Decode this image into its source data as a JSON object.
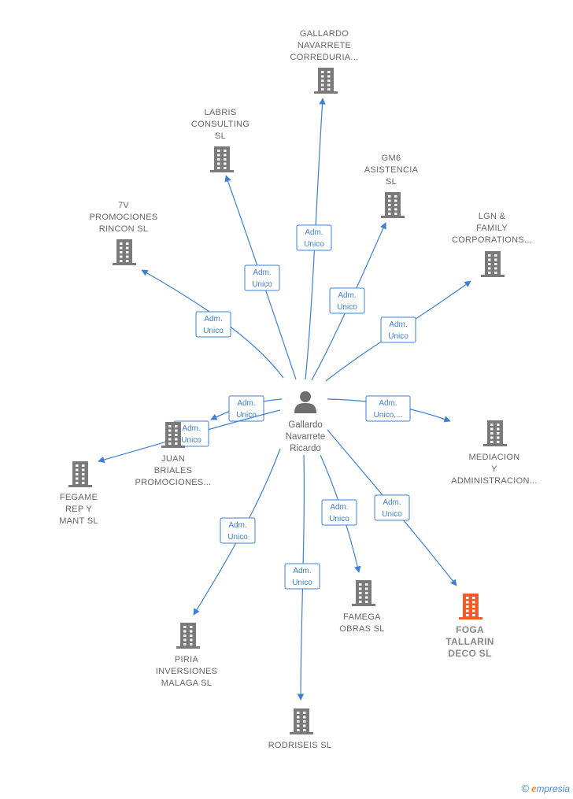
{
  "center": {
    "lines": [
      "Gallardo",
      "Navarrete",
      "Ricardo"
    ],
    "icon": "person-icon"
  },
  "colors": {
    "edge": "#3d7fd6",
    "building": "#7a7a7a",
    "highlight": "#f15a29",
    "text": "#666666"
  },
  "nodes": [
    {
      "id": "gallardo-navarrete-correduria",
      "lines": [
        "GALLARDO",
        "NAVARRETE",
        "CORREDURIA..."
      ],
      "highlight": false
    },
    {
      "id": "labris-consulting",
      "lines": [
        "LABRIS",
        "CONSULTING",
        "SL"
      ],
      "highlight": false
    },
    {
      "id": "gm6-asistencia",
      "lines": [
        "GM6",
        "ASISTENCIA",
        "SL"
      ],
      "highlight": false
    },
    {
      "id": "7v-promociones",
      "lines": [
        "7V",
        "PROMOCIONES",
        "RINCON  SL"
      ],
      "highlight": false
    },
    {
      "id": "lgn-family",
      "lines": [
        "LGN &",
        "FAMILY",
        "CORPORATIONS..."
      ],
      "highlight": false
    },
    {
      "id": "mediacion",
      "lines": [
        "MEDIACION",
        "Y",
        "ADMINISTRACION..."
      ],
      "highlight": false
    },
    {
      "id": "juan-briales",
      "lines": [
        "JUAN",
        "BRIALES",
        "PROMOCIONES..."
      ],
      "highlight": false
    },
    {
      "id": "fegame",
      "lines": [
        "FEGAME",
        "REP Y",
        "MANT  SL"
      ],
      "highlight": false
    },
    {
      "id": "piria",
      "lines": [
        "PIRIA",
        "INVERSIONES",
        "MALAGA  SL"
      ],
      "highlight": false
    },
    {
      "id": "rodriseis",
      "lines": [
        "RODRISEIS SL"
      ],
      "highlight": false
    },
    {
      "id": "famega",
      "lines": [
        "FAMEGA",
        "OBRAS SL"
      ],
      "highlight": false
    },
    {
      "id": "foga-tallarin",
      "lines": [
        "FOGA",
        "TALLARIN",
        "DECO  SL"
      ],
      "highlight": true
    }
  ],
  "edges": [
    {
      "to": "gallardo-navarrete-correduria",
      "label": [
        "Adm.",
        "Unico"
      ]
    },
    {
      "to": "labris-consulting",
      "label": [
        "Adm.",
        "Unico"
      ]
    },
    {
      "to": "gm6-asistencia",
      "label": [
        "Adm.",
        "Unico"
      ]
    },
    {
      "to": "7v-promociones",
      "label": [
        "Adm.",
        "Unico"
      ]
    },
    {
      "to": "lgn-family",
      "label": [
        "Adm.",
        "Unico"
      ]
    },
    {
      "to": "mediacion",
      "label": [
        "Adm.",
        "Unico,..."
      ]
    },
    {
      "to": "juan-briales",
      "label": [
        "Adm.",
        "Unico"
      ]
    },
    {
      "to": "fegame",
      "label": [
        "Adm.",
        "Unico"
      ]
    },
    {
      "to": "piria",
      "label": [
        "Adm.",
        "Unico"
      ]
    },
    {
      "to": "rodriseis",
      "label": [
        "Adm.",
        "Unico"
      ]
    },
    {
      "to": "famega",
      "label": [
        "Adm.",
        "Unico"
      ]
    },
    {
      "to": "foga-tallarin",
      "label": [
        "Adm.",
        "Unico"
      ]
    }
  ],
  "brand": {
    "copyright": "©",
    "initial": "e",
    "rest": "mpresia"
  }
}
